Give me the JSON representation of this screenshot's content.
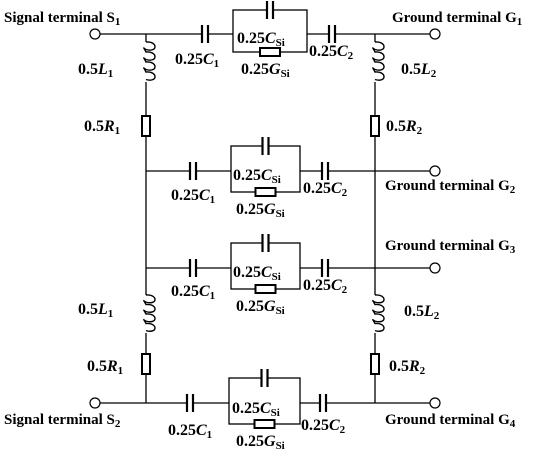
{
  "terminals": {
    "s1": {
      "base": "Signal terminal S",
      "sub": "1"
    },
    "s2": {
      "base": "Signal terminal S",
      "sub": "2"
    },
    "g1": {
      "base": "Ground terminal G",
      "sub": "1"
    },
    "g2": {
      "base": "Ground terminal G",
      "sub": "2"
    },
    "g3": {
      "base": "Ground terminal G",
      "sub": "3"
    },
    "g4": {
      "base": "Ground terminal G",
      "sub": "4"
    }
  },
  "components": {
    "coeff": "0.25",
    "half": "0.5",
    "c1": {
      "sym": "C",
      "sub": "1"
    },
    "c2": {
      "sym": "C",
      "sub": "2"
    },
    "csi": {
      "sym": "C",
      "sub": "Si"
    },
    "gsi": {
      "sym": "G",
      "sub": "Si"
    },
    "l1": {
      "sym": "L",
      "sub": "1"
    },
    "l2": {
      "sym": "L",
      "sub": "2"
    },
    "r1": {
      "sym": "R",
      "sub": "1"
    },
    "r2": {
      "sym": "R",
      "sub": "2"
    }
  }
}
